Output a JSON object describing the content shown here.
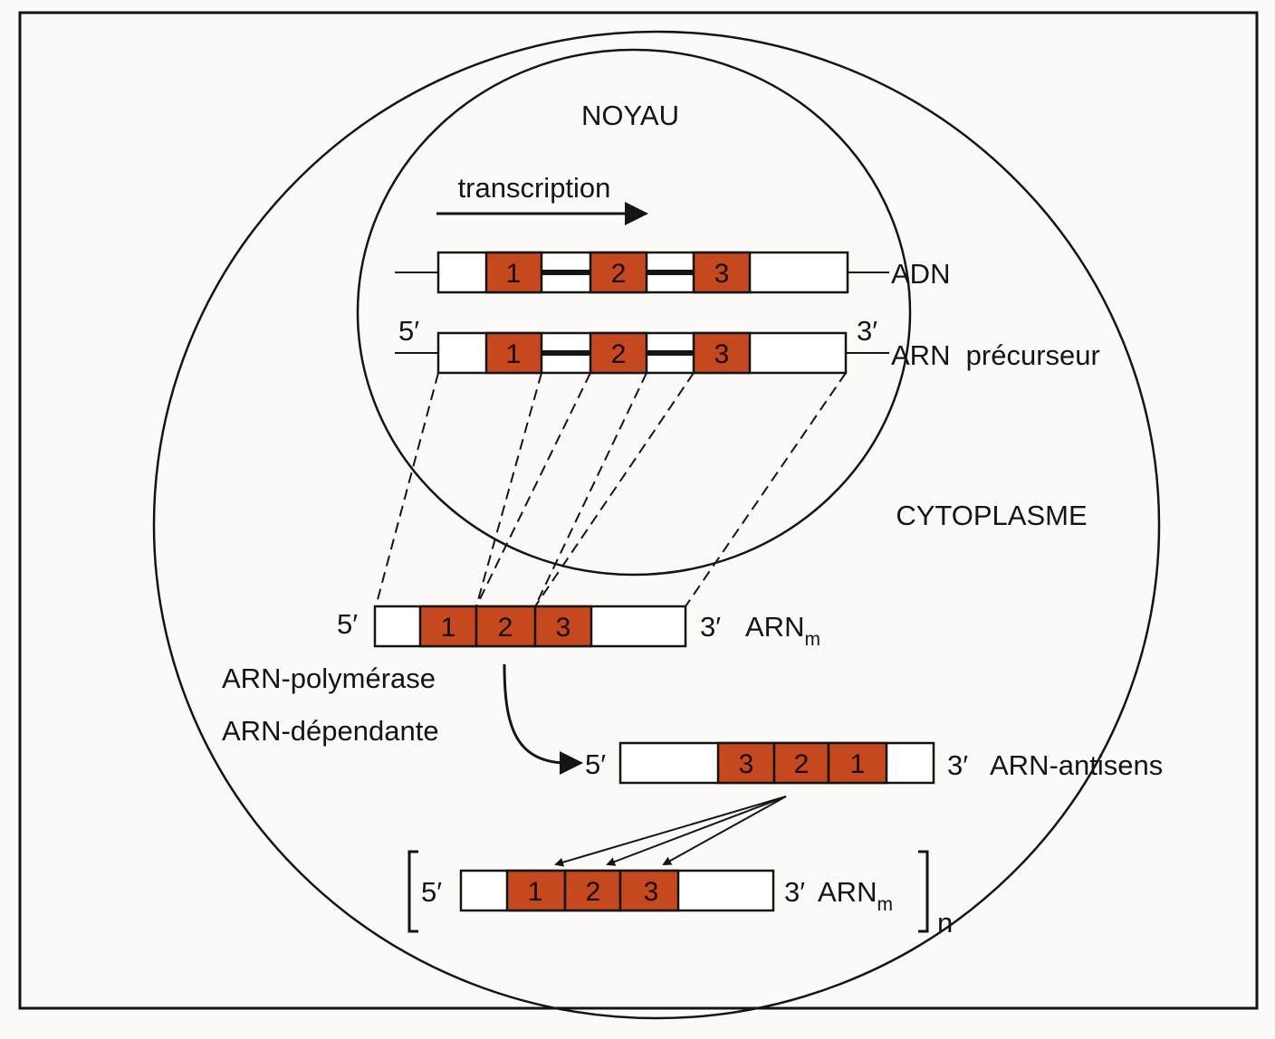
{
  "colors": {
    "exon": "#c5481f",
    "line": "#141414",
    "background": "#fbfaf7"
  },
  "labels": {
    "noyau": "NOYAU",
    "transcription": "transcription",
    "cytoplasme": "CYTOPLASME",
    "adn": "ADN",
    "arn_precurseur": "ARN  précurseur",
    "arnm_base": "ARN",
    "arnm_sub": "m",
    "polymerase_1": "ARN-polymérase",
    "polymerase_2": "ARN-dépendante",
    "arn_antisens": "ARN-antisens",
    "copies_n": "n"
  },
  "ends": {
    "five_prime": "5′",
    "three_prime": "3′"
  },
  "exon_numbers": {
    "adn": [
      "1",
      "2",
      "3"
    ],
    "precurseur": [
      "1",
      "2",
      "3"
    ],
    "arnm": [
      "1",
      "2",
      "3"
    ],
    "antisens": [
      "3",
      "2",
      "1"
    ],
    "arnm_copies": [
      "1",
      "2",
      "3"
    ]
  }
}
